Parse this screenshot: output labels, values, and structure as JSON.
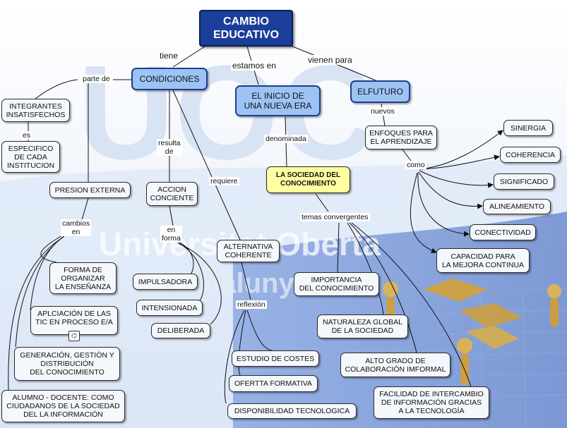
{
  "colors": {
    "main_fill": "#1b3e9a",
    "concept_fill": "#9cc3f4",
    "highlight_fill": "#ffffa0",
    "node_fill": "#f4f7fb"
  },
  "watermark": {
    "letters": "UOC",
    "text_line1": "Universitat Oberta",
    "text_line2": "de Catalunya"
  },
  "main": {
    "title": "CAMBIO\nEDUCATIVO"
  },
  "concepts": {
    "condiciones": "CONDICIONES",
    "inicio": "EL INICIO DE\nUNA NUEVA ERA",
    "futuro": "ELFUTURO",
    "sociedad": "LA SOCIEDAD DEL\nCONOCIMIENTO"
  },
  "nodes": {
    "integrantes": "INTEGRANTES\nINSATISFECHOS",
    "especifico": "ESPECIFICO\nDE CADA\nINSTITUCION",
    "presion": "PRESION EXTERNA",
    "forma": "FORMA DE\nORGANIZAR\nLA ENSEÑANZA",
    "aplicacion": "APLCIACIÓN DE LAS\nTIC EN PROCESO E/A",
    "generacion": "GENERACIÓN, GESTIÓN Y\nDISTRIBUCIÓN\nDEL CONOCIMIENTO",
    "alumno": "ALUMNO - DOCENTE:  COMO\nCIUDADANOS DE LA SOCIEDAD\nDEL LA INFORMACIÓN",
    "accion": "ACCION\nCONCIENTE",
    "impulsadora": "IMPULSADORA",
    "intensionada": "INTENSIONADA",
    "deliberada": "DELIBERADA",
    "alternativa": "ALTERNATIVA\nCOHERENTE",
    "estudio": "ESTUDIO DE COSTES",
    "ofertta": "OFERTTA FORMATIVA",
    "disponibilidad": "DISPONIBILIDAD TECNOLOGICA",
    "importancia": "IMPORTANCIA\nDEL CONOCIMIENTO",
    "naturaleza": "NATURALEZA GLOBAL\nDE LA SOCIEDAD",
    "alto": "ALTO GRADO DE\nCOLABORACIÓN IMFORMAL",
    "facilidad": "FACILIDAD DE INTERCAMBIO\nDE INFORMACIÓN GRACIAS\nA LA TECNOLOGÍA",
    "enfoques": "ENFOQUES PARA\nEL APRENDIZAJE",
    "sinergia": "SINERGIA",
    "coherencia": "COHERENCIA",
    "significado": "SIGNIFICADO",
    "alineamiento": "ALINEAMIENTO",
    "conectividad": "CONECTIVIDAD",
    "capacidad": "CAPACIDAD PARA\nLA MEJORA CONTINUA"
  },
  "links": {
    "tiene": "tiene",
    "estamos": "estamos en",
    "vienen": "vienen para",
    "parte": "parte de",
    "es": "es",
    "resulta": "resulta\nde",
    "requiere": "requiere",
    "denominada": "denominada",
    "nuevos": "nuevos",
    "como": "como",
    "cambios": "cambios\nen",
    "enforma": "en\nforma",
    "reflexion": "reflexión",
    "temas": "temas convergentes"
  }
}
